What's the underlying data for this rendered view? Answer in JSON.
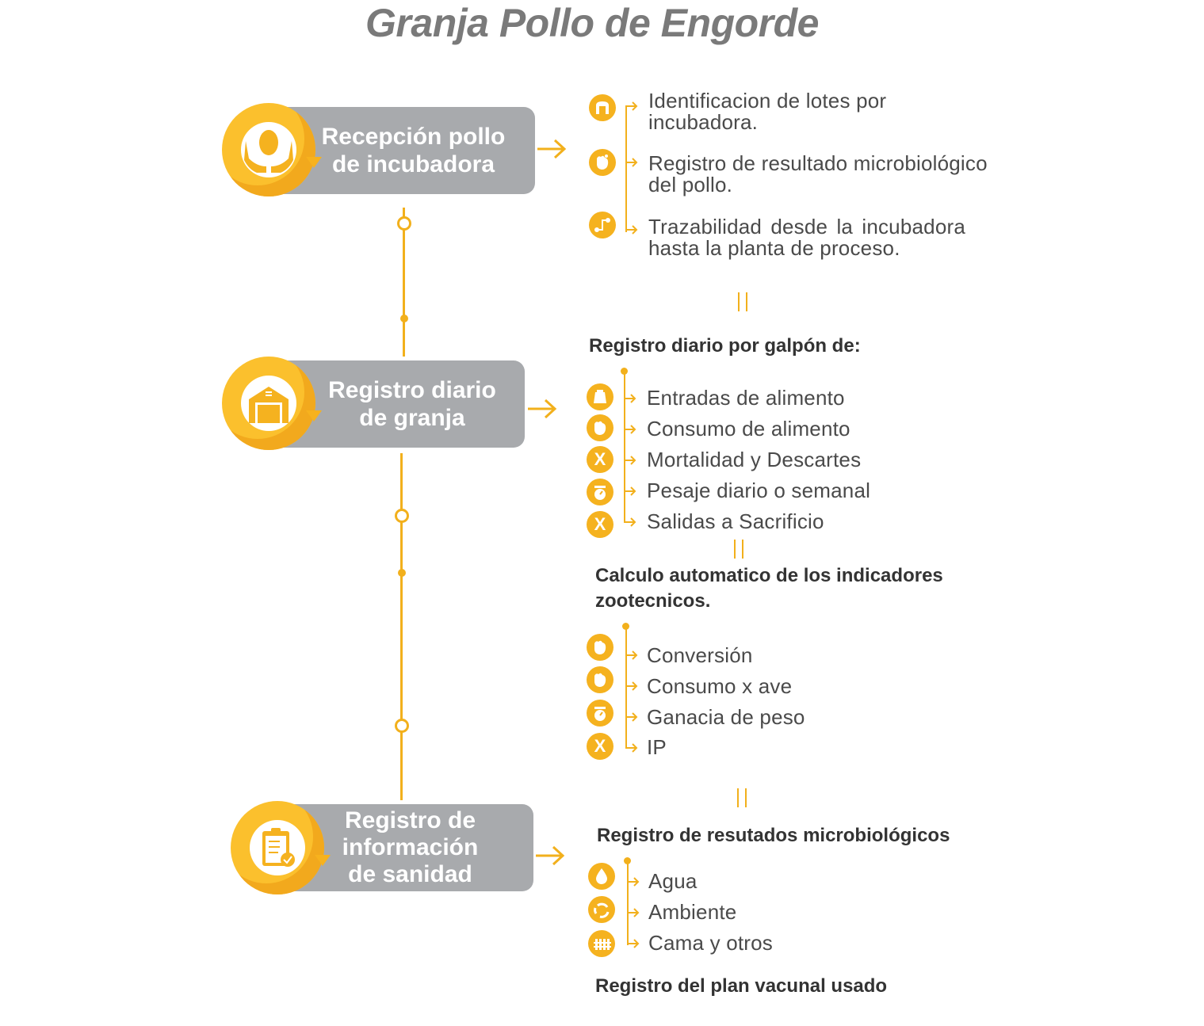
{
  "title": "Granja Pollo de Engorde",
  "stages": [
    {
      "label": "Recepción pollo\nde incubadora",
      "icon": "hands-egg-icon"
    },
    {
      "label": "Registro diario\nde granja",
      "icon": "barn-icon"
    },
    {
      "label": "Registro de\ninformación\nde sanidad",
      "icon": "clipboard-check-icon"
    }
  ],
  "recepcion_items": [
    {
      "text": "Identificacion de lotes por incubadora.",
      "icon": "incubator-icon"
    },
    {
      "text": "Registro de resultado microbiológico del pollo.",
      "icon": "chicken-icon"
    },
    {
      "text": "Trazabilidad desde la incubadora hasta la planta de proceso.",
      "icon": "route-icon"
    }
  ],
  "registro_heading": "Registro diario por galpón de:",
  "registro_items": [
    {
      "text": "Entradas de alimento",
      "icon": "feed-bag-icon"
    },
    {
      "text": "Consumo de alimento",
      "icon": "chicken-icon"
    },
    {
      "text": "Mortalidad y Descartes",
      "icon": "x-icon"
    },
    {
      "text": "Pesaje diario o semanal",
      "icon": "scale-icon"
    },
    {
      "text": "Salidas a Sacrificio",
      "icon": "x-icon"
    }
  ],
  "indicadores_heading": "Calculo automatico de los indicadores\nzootecnicos.",
  "indicadores_items": [
    {
      "text": "Conversión",
      "icon": "chicken-icon"
    },
    {
      "text": "Consumo x ave",
      "icon": "chicken-icon"
    },
    {
      "text": "Ganacia de peso",
      "icon": "scale-icon"
    },
    {
      "text": "IP",
      "icon": "x-icon"
    }
  ],
  "micro_heading": "Registro de resutados microbiológicos",
  "micro_items": [
    {
      "text": "Agua",
      "icon": "water-drop-icon"
    },
    {
      "text": "Ambiente",
      "icon": "recycle-icon"
    },
    {
      "text": "Cama y otros",
      "icon": "fence-icon"
    }
  ],
  "vacunal_heading": "Registro del plan vacunal usado",
  "x_glyph": "X",
  "colors": {
    "accent": "#f2b01c",
    "pill": "#a8aaad",
    "disc": "#fbc02d"
  }
}
